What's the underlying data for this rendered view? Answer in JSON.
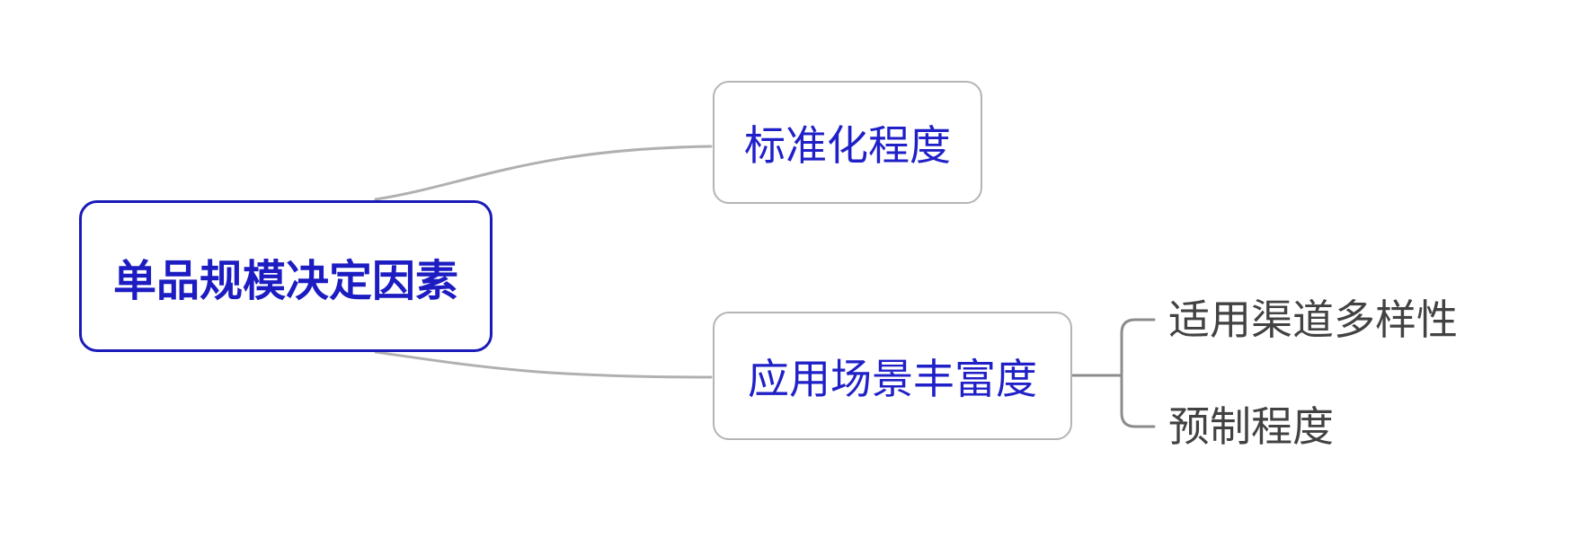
{
  "mindmap": {
    "title": "单品规模决定因素 mind map",
    "root": {
      "label": "单品规模决定因素"
    },
    "branches": [
      {
        "label": "标准化程度",
        "children": []
      },
      {
        "label": "应用场景丰富度",
        "children": [
          {
            "label": "适用渠道多样性"
          },
          {
            "label": "预制程度"
          }
        ]
      }
    ],
    "colors": {
      "background": "#ffffff",
      "root_border": "#1a1ab8",
      "root_text": "#1c1cc2",
      "child_border": "#b4b4b4",
      "child_text": "#2020c8",
      "branch_line": "#b0b0b0",
      "sub_branch_line": "#8c8c8c",
      "leaf_text": "#424242"
    }
  }
}
